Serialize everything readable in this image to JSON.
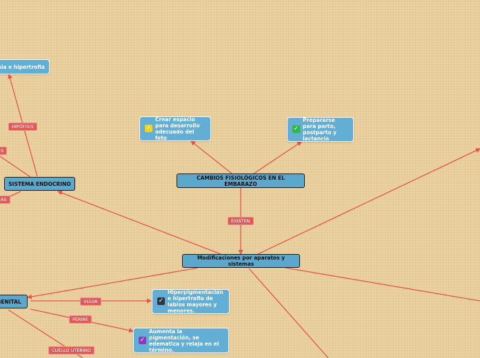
{
  "nodes": {
    "central": "Modificaciones por aparatos y sistemas",
    "cambios": "CAMBIOS FISIOLÓGICOS EN EL EMBARAZO",
    "endocrino": "SISTEMA ENDOCRINO",
    "genital": "GENITAL",
    "hiperplasia": "asia e hipertrofia",
    "crear_espacio": "Crear espacio para desarrollo adecuado del feto",
    "prepararse": "Prepararse para parto, postparto y lactancia",
    "hiperpigmentacion": "Hiperpigmentación e hipertrofia de labios mayores y menores.",
    "aumenta": "Aumenta la pigmentación, se edematiza y relaja en el término."
  },
  "labels": {
    "existen": "EXISTEN",
    "hipofisis": "HIPÓFISIS",
    "s": "S",
    "eas": "EAS",
    "vulva": "VULVA",
    "perine": "PERINE",
    "cuello": "CUELLO UTERINO"
  },
  "icons": {
    "crear_espacio": "checkbox-yellow-icon",
    "prepararse": "checkbox-green-icon",
    "hiperpigmentacion": "checkbox-dark-icon",
    "aumenta": "checkbox-purple-icon"
  },
  "colors": {
    "background": "#e8cc98",
    "line": "#e8524f",
    "tag": "#e05a5a",
    "main_node": "#5ca8cc",
    "sub_node": "#63aed4",
    "check_yellow": "#f2d21b",
    "check_green": "#2fb54a",
    "check_dark": "#2d3644",
    "check_purple": "#9a2fd0"
  }
}
